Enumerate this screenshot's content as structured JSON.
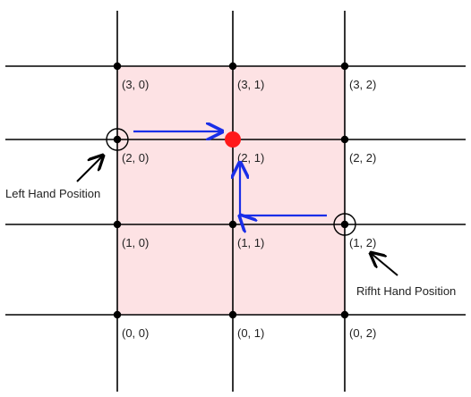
{
  "colors": {
    "cell_fill": "#fde2e4",
    "grid": "#000000",
    "node": "#000000",
    "target": "#ff1a1a",
    "arrow": "#1a2ee8",
    "hand_marker": "#000000"
  },
  "grid": {
    "rows": 4,
    "cols": 3,
    "highlight_region": {
      "row_from": 0,
      "row_to": 3,
      "col_from": 0,
      "col_to": 2
    }
  },
  "nodes": [
    {
      "row": 3,
      "col": 0,
      "label": "(3, 0)"
    },
    {
      "row": 3,
      "col": 1,
      "label": "(3, 1)"
    },
    {
      "row": 3,
      "col": 2,
      "label": "(3, 2)"
    },
    {
      "row": 2,
      "col": 0,
      "label": "(2, 0)"
    },
    {
      "row": 2,
      "col": 1,
      "label": "(2, 1)"
    },
    {
      "row": 2,
      "col": 2,
      "label": "(2, 2)"
    },
    {
      "row": 1,
      "col": 0,
      "label": "(1, 0)"
    },
    {
      "row": 1,
      "col": 1,
      "label": "(1, 1)"
    },
    {
      "row": 1,
      "col": 2,
      "label": "(1, 2)"
    },
    {
      "row": 0,
      "col": 0,
      "label": "(0, 0)"
    },
    {
      "row": 0,
      "col": 1,
      "label": "(0, 1)"
    },
    {
      "row": 0,
      "col": 2,
      "label": "(0, 2)"
    }
  ],
  "target": {
    "row": 2,
    "col": 1
  },
  "hands": {
    "left": {
      "row": 2,
      "col": 0,
      "label": "Left Hand Position"
    },
    "right": {
      "row": 1,
      "col": 2,
      "label": "Rifht Hand Position"
    }
  },
  "paths": [
    {
      "from": {
        "row": 2,
        "col": 0
      },
      "to": {
        "row": 2,
        "col": 1
      }
    },
    {
      "from": {
        "row": 1,
        "col": 2
      },
      "via": {
        "row": 1,
        "col": 1
      },
      "to": {
        "row": 2,
        "col": 1
      }
    }
  ]
}
